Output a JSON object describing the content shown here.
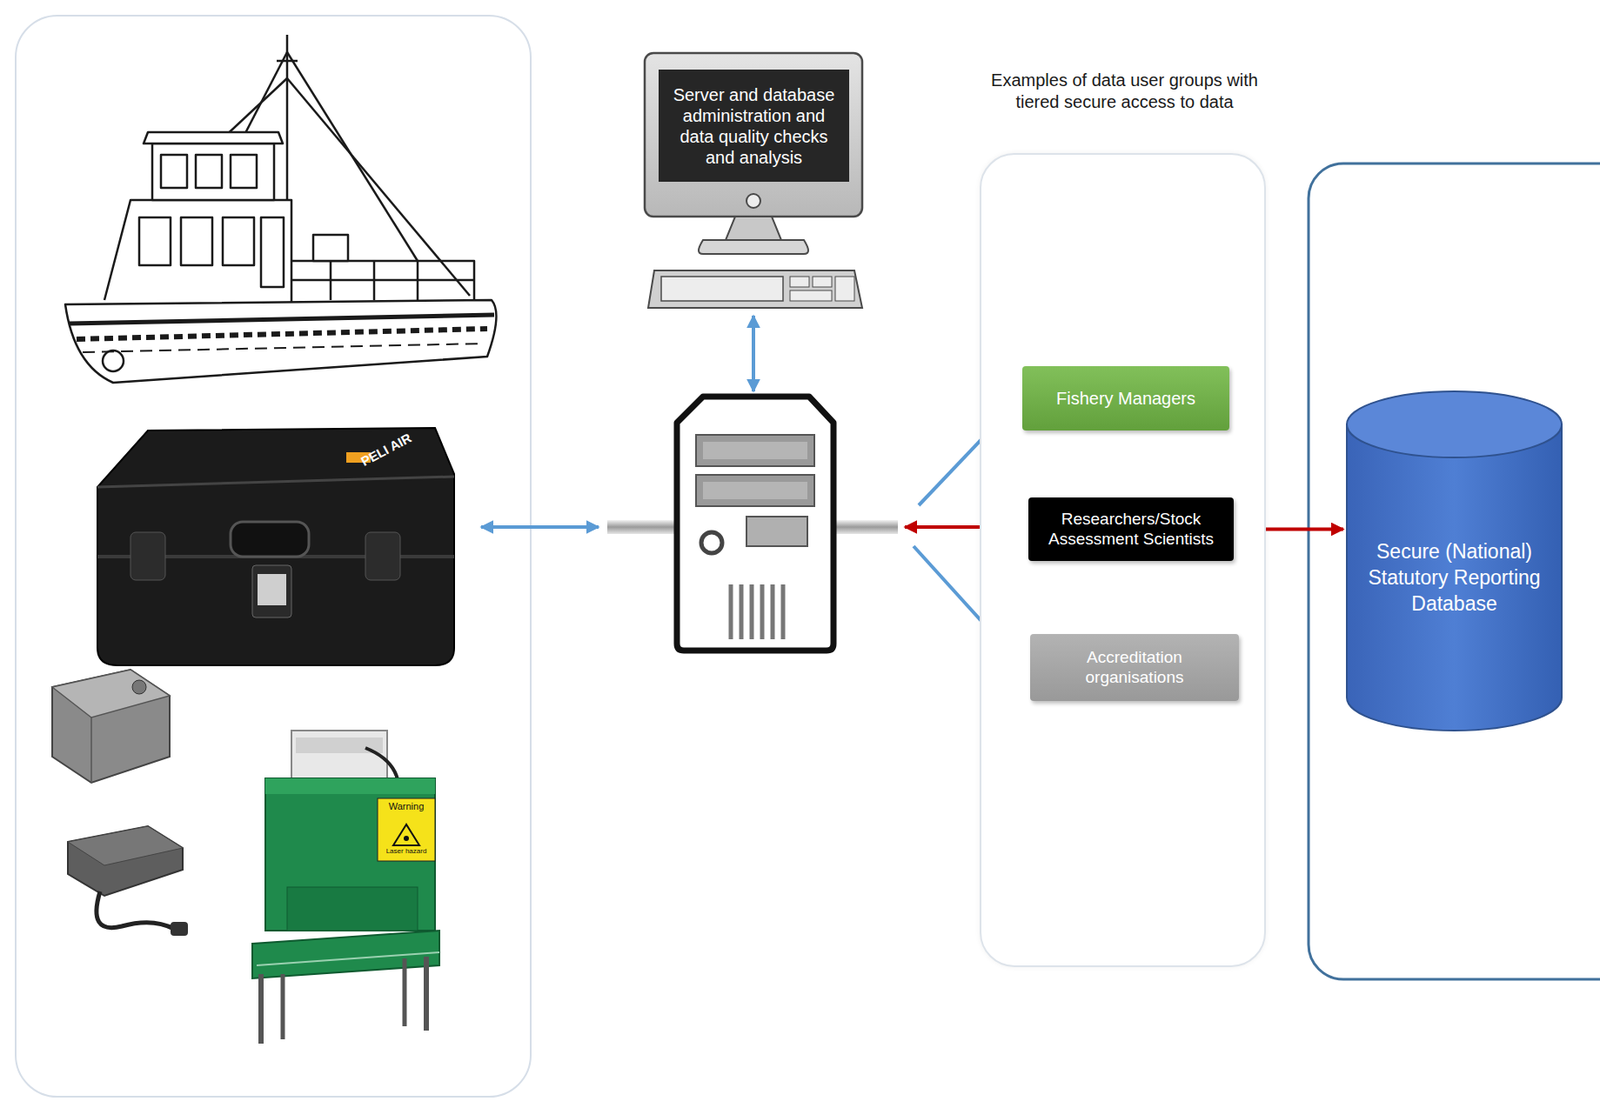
{
  "diagram": {
    "nodes": [
      {
        "text": [
          "Server and database administration and data quality checks and analysis"
        ]
      },
      {
        "text": [
          "Examples of data user groups with tiered secure access to data"
        ]
      },
      {
        "text": [
          "Fishery Managers"
        ],
        "in": 1
      },
      {
        "text": [
          "Researchers/Stock Assessment Scientists"
        ],
        "in": 1
      },
      {
        "text": [
          "Accreditation organisations"
        ],
        "in": 1
      },
      {
        "text": [
          "Secure (National) Statutory Reporting Database"
        ]
      }
    ],
    "edges": [
      {
        "from": 3,
        "to": 5,
        "arrow": "both"
      }
    ],
    "labels": [
      "PELI AIR",
      "Warning",
      "Laser hazard"
    ]
  }
}
